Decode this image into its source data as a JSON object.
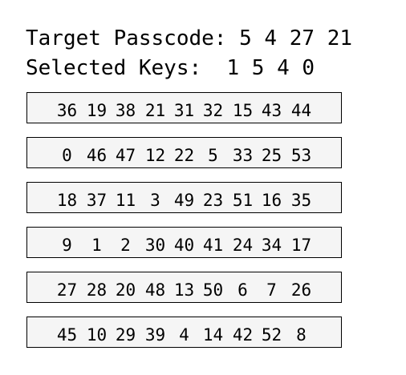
{
  "header": {
    "target_label": "Target Passcode:",
    "target_code": [
      "5",
      "4",
      "27",
      "21"
    ],
    "selected_label": "Selected Keys:",
    "selected_keys": [
      "1",
      "5",
      "4",
      "0"
    ]
  },
  "keypad": {
    "rows": [
      [
        "36",
        "19",
        "38",
        "21",
        "31",
        "32",
        "15",
        "43",
        "44"
      ],
      [
        "0",
        "46",
        "47",
        "12",
        "22",
        "5",
        "33",
        "25",
        "53"
      ],
      [
        "18",
        "37",
        "11",
        "3",
        "49",
        "23",
        "51",
        "16",
        "35"
      ],
      [
        "9",
        "1",
        "2",
        "30",
        "40",
        "41",
        "24",
        "34",
        "17"
      ],
      [
        "27",
        "28",
        "20",
        "48",
        "13",
        "50",
        "6",
        "7",
        "26"
      ],
      [
        "45",
        "10",
        "29",
        "39",
        "4",
        "14",
        "42",
        "52",
        "8"
      ]
    ]
  },
  "colors": {
    "row_background": "#f5f5f5",
    "border": "#000000",
    "text": "#000000",
    "page_background": "#ffffff"
  }
}
